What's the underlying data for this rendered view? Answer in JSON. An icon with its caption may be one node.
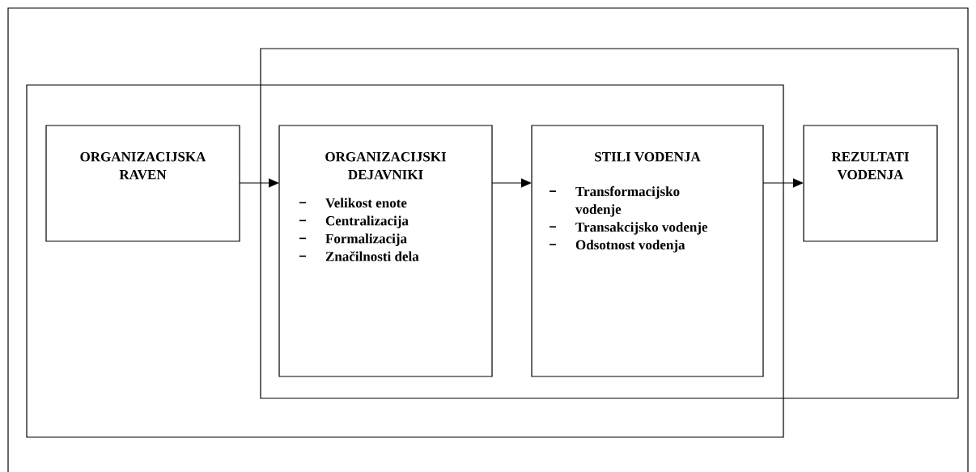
{
  "diagram": {
    "nodes": [
      {
        "text": [],
        "shape": "box"
      },
      {
        "text": [],
        "shape": "box"
      },
      {
        "text": [
          "ORGANIZACIJSKA RAVEN"
        ],
        "in": 0
      },
      {
        "text": [
          "ORGANIZACIJSKI DEJAVNIKI",
          "Velikost enote",
          "Centralizacija",
          "Formalizacija",
          "Značilnosti dela"
        ]
      },
      {
        "text": [
          "STILI VODENJA",
          "Transformacijsko vodenje",
          "Transakcijsko vodenje",
          "Odsotnost vodenja"
        ]
      },
      {
        "text": [
          "REZULTATI VODENJA"
        ],
        "in": 1
      }
    ],
    "edges": [
      {
        "from": 2,
        "to": 3,
        "arrow": "to"
      },
      {
        "from": 3,
        "to": 4,
        "arrow": "to"
      },
      {
        "from": 4,
        "to": 5,
        "arrow": "to"
      }
    ]
  }
}
